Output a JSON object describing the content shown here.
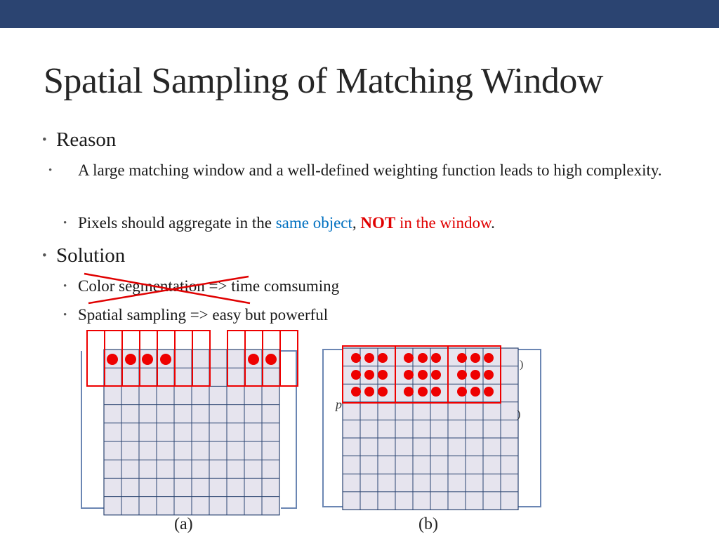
{
  "slide": {
    "title": "Spatial Sampling of Matching Window",
    "bullets": {
      "reason": {
        "label": "Reason",
        "sub1": "A large matching window and a well-defined weighting function leads to high complexity.",
        "sub2": {
          "prefix": "Pixels should aggregate in the ",
          "same_object": "same object",
          "comma": ",",
          "not": "NOT",
          "in_window": "in the window",
          "period": "."
        }
      },
      "solution": {
        "label": "Solution",
        "sub1": "Color segmentation => time comsuming",
        "sub2": "Spatial sampling => easy but powerful"
      }
    },
    "figures": {
      "a_caption": "(a)",
      "b_caption": "(b)",
      "b_margin_p": "p",
      "b_margin_paren1": ")",
      "b_margin_paren2": ")"
    }
  },
  "colors": {
    "topbar": "#2b4471",
    "accent_blue": "#0070c0",
    "accent_red": "#e00000",
    "grid_line": "#2b4471",
    "grid_fill": "#e6e4ee",
    "marker": "#ee0000"
  }
}
